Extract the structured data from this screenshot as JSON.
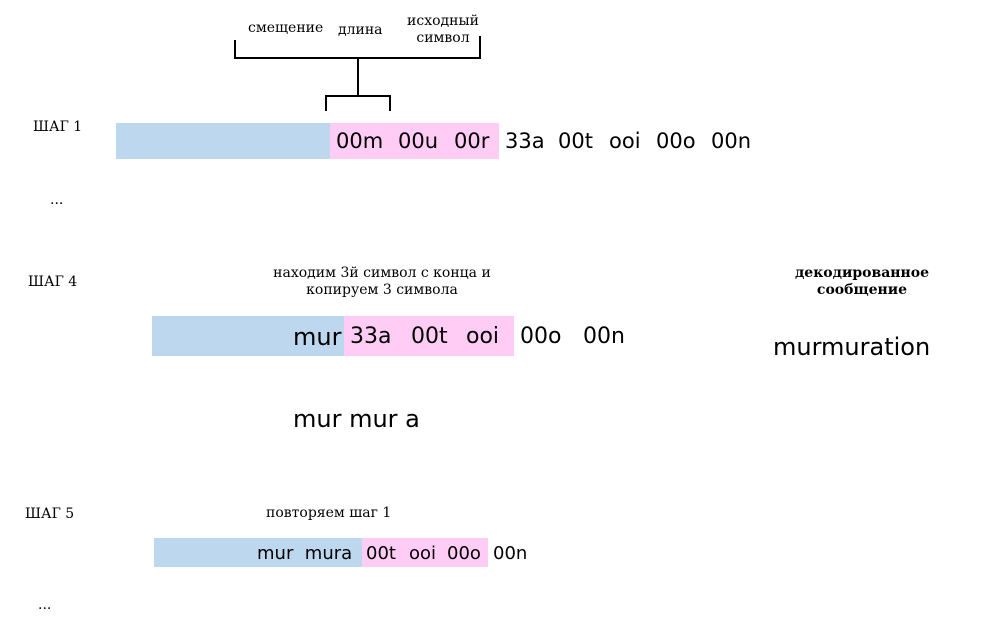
{
  "legend": {
    "offset_label": "смещение",
    "length_label": "длина",
    "source_symbol_label": "исходный\nсимвол"
  },
  "step1": {
    "label": "ШАГ 1",
    "buffer_tokens": [
      "00m",
      "00u",
      "00r"
    ],
    "rest_tokens": [
      "33a",
      "00t",
      "ooi",
      "00o",
      "00n"
    ],
    "ellipsis": "..."
  },
  "step4": {
    "label": "ШАГ 4",
    "note": "находим 3й символ с конца и\nкопируем 3 символа",
    "decoded_text": "mur",
    "buffer_tokens": [
      "33a",
      "00t",
      "ooi"
    ],
    "rest_tokens": [
      "00o",
      "00n"
    ],
    "result_line": "mur mur a"
  },
  "decoded": {
    "title": "декодированное\nсообщение",
    "message": "murmuration"
  },
  "step5": {
    "label": "ШАГ 5",
    "note": "повторяем шаг 1",
    "decoded_text": "mur  mura",
    "buffer_tokens": [
      "00t",
      "ooi",
      "00o"
    ],
    "rest_tokens": [
      "00n"
    ],
    "ellipsis": "..."
  }
}
